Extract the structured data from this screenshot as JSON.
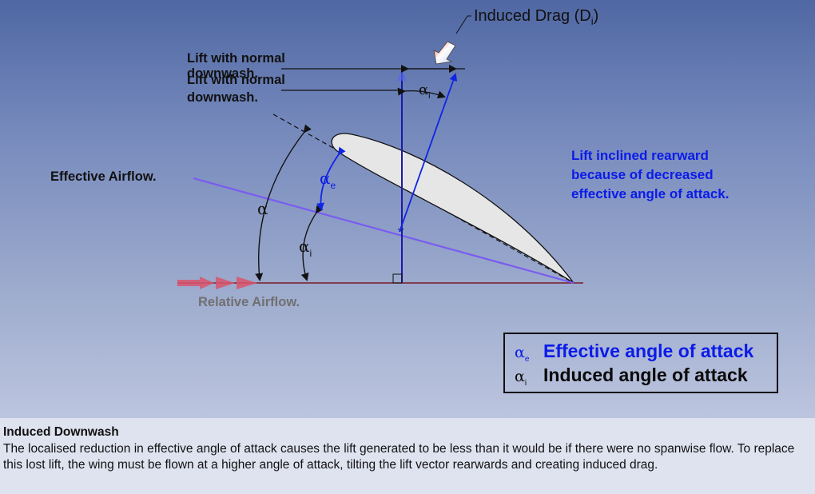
{
  "diagram": {
    "induced_drag_label": "Induced Drag (D",
    "induced_drag_sub": "i",
    "induced_drag_close": ")",
    "lift_normal_label_line1": "Lift with normal",
    "lift_normal_label_line2": "downwash.",
    "effective_airflow_label": "Effective Airflow.",
    "relative_airflow_label": "Relative Airflow.",
    "lift_inclined_line1": "Lift inclined rearward",
    "lift_inclined_line2": "because of decreased",
    "lift_inclined_line3": "effective angle of attack.",
    "alpha_symbol": "α",
    "alpha_e_sub": "e",
    "alpha_i_sub": "i"
  },
  "legend": {
    "effective_symbol": "α",
    "effective_sub": "e",
    "effective_text": "Effective angle of attack",
    "induced_symbol": "α",
    "induced_sub": "i",
    "induced_text": "Induced angle of attack"
  },
  "caption": {
    "title": "Induced Downwash",
    "body": "The localised reduction in effective angle of attack causes the lift generated to be less than it would be if there were no spanwise flow. To replace this lost lift, the wing must be flown at a higher angle of attack, tilting the lift vector rearwards and creating induced drag."
  },
  "colors": {
    "background_top": "#4f67a3",
    "effective_blue": "#0b1be8",
    "effective_airflow_line": "#7a5cf0",
    "relative_airflow_line": "#7a1a2a",
    "caption_background": "#dfe3f0"
  }
}
